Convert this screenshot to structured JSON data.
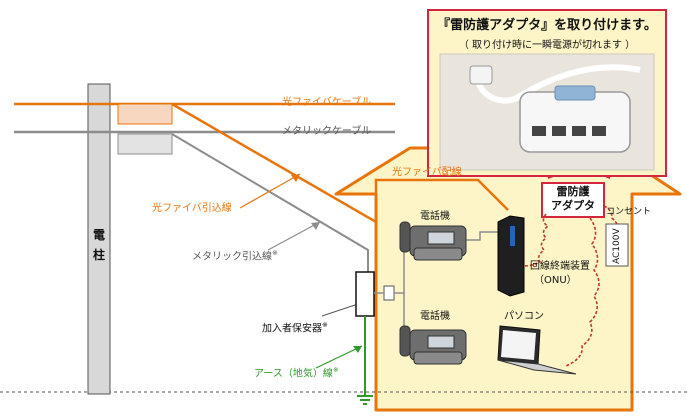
{
  "callout": {
    "title": "『雷防護アダプタ』を取り付けます。",
    "subtitle": "（ 取り付け時に一瞬電源が切れます ）"
  },
  "pole": {
    "char1": "電",
    "char2": "柱"
  },
  "labels": {
    "optical_cable": "光ファイバケーブル",
    "metallic_cable": "メタリックケーブル",
    "optical_wiring": "光ファイバ配線",
    "optical_dropline": "光ファイバ引込線",
    "metallic_dropline": "メタリック引込線",
    "metallic_dropline_mark": "※",
    "subscriber_protector": "加入者保安器",
    "subscriber_protector_mark": "※",
    "earth_line": "アース（地気）線",
    "earth_line_mark": "※",
    "phone_top": "電話機",
    "phone_bottom": "電話機",
    "onu_line1": "回線終端装置",
    "onu_line2": "（ONU）",
    "pc": "パソコン",
    "adapter_line1": "雷防護",
    "adapter_line2": "アダプタ",
    "outlet": "コンセント",
    "ac": "AC100V"
  },
  "colors": {
    "optical": "#e8750c",
    "metallic": "#8c8c8c",
    "earth": "#2e9a2a",
    "house_fill": "#fdf5c7",
    "house_stroke": "#e8750c",
    "callout_fill": "#fdf5c7",
    "adapter_stroke": "#d4253f"
  }
}
